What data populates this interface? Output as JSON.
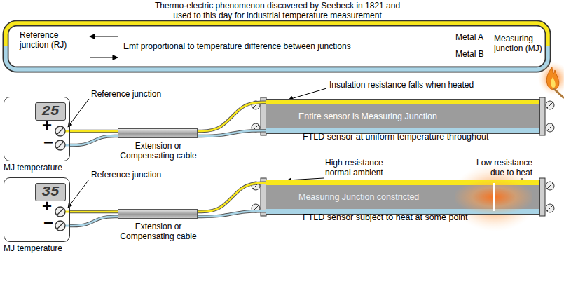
{
  "diagram": {
    "title": "Thermo-electric phenomenon discovered by Seebeck in 1821 and used to this day for industrial temperature measurement",
    "nodes": [
      {
        "text": [
          "25",
          "MJ temperature"
        ]
      },
      {
        "text": [
          "Extension or Compensating cable"
        ]
      },
      {
        "text": [
          "Entire sensor is Measuring Junction",
          "FTLD sensor at uniform temperature throughout"
        ]
      },
      {
        "text": [
          "35",
          "MJ temperature"
        ]
      },
      {
        "text": [
          "Extension or Compensating cable"
        ]
      },
      {
        "text": [
          "Measuring Junction constricted",
          "FTLD sensor subject to heat at some point"
        ]
      }
    ],
    "edges": [
      {
        "from": 0,
        "to": 1,
        "arrow": "none"
      },
      {
        "from": 0,
        "to": 1,
        "arrow": "none"
      },
      {
        "from": 1,
        "to": 2,
        "arrow": "none"
      },
      {
        "from": 1,
        "to": 2,
        "arrow": "none"
      },
      {
        "from": 3,
        "to": 4,
        "arrow": "none"
      },
      {
        "from": 3,
        "to": 4,
        "arrow": "none"
      },
      {
        "from": 4,
        "to": 5,
        "arrow": "none"
      },
      {
        "from": 4,
        "to": 5,
        "arrow": "none"
      }
    ],
    "labels": [
      "Reference junction (RJ)",
      "Emf proportional to temperature difference between junctions",
      "Metal A",
      "Metal B",
      "Measuring junction (MJ)",
      "+",
      "−",
      "Reference junction",
      "Insulation resistance falls when heated",
      "+",
      "−",
      "Reference junction",
      "High resistance normal ambient",
      "Low resistance due to heat"
    ]
  }
}
